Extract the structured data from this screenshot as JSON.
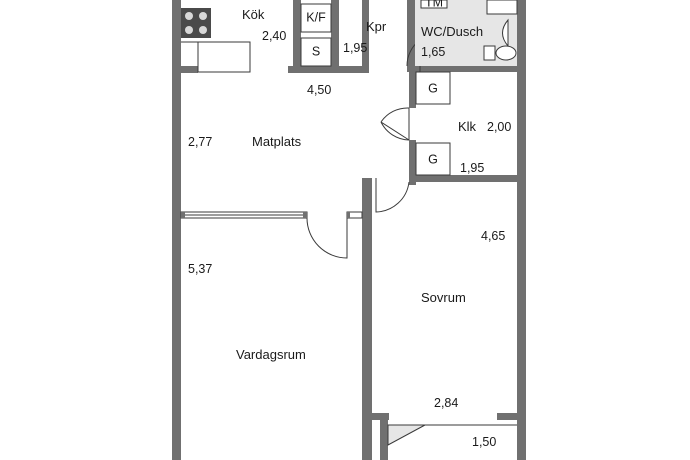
{
  "rooms": {
    "kok": "Kök",
    "kpr": "Kpr",
    "wc_dusch": "WC/Dusch",
    "matplats": "Matplats",
    "klk": "Klk",
    "vardagsrum": "Vardagsrum",
    "sovrum": "Sovrum"
  },
  "fixtures": {
    "kf": "K/F",
    "s": "S",
    "tm": "TM",
    "g1": "G",
    "g2": "G"
  },
  "dimensions": {
    "kok_width": "2,40",
    "kpr_width": "1,95",
    "wc_width": "1,65",
    "matplats_width": "4,50",
    "matplats_depth": "2,77",
    "klk_depth": "2,00",
    "klk_width": "1,95",
    "sovrum_depth": "4,65",
    "vardagsrum_depth": "5,37",
    "balcony_width": "2,84",
    "balcony_depth": "1,50"
  }
}
